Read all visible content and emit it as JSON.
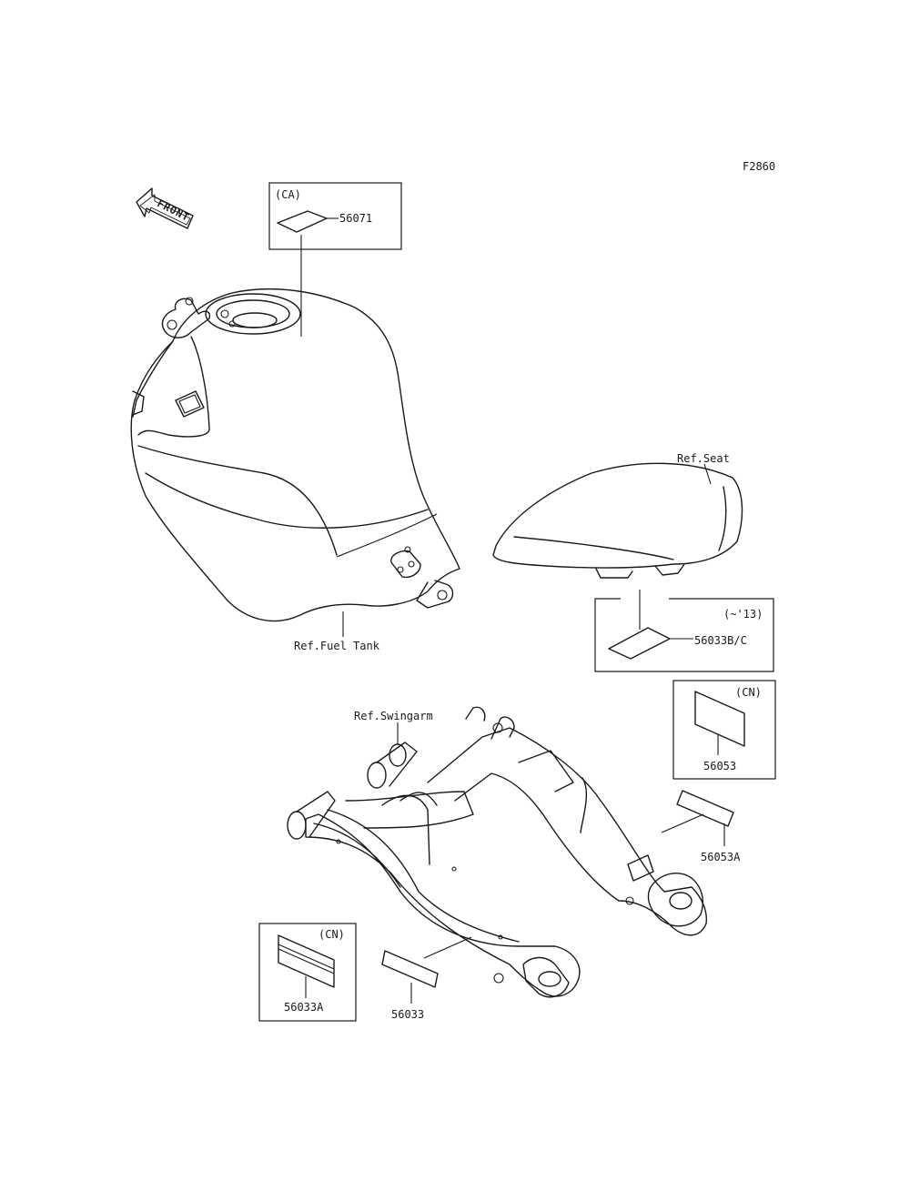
{
  "figure_code": "F2860",
  "front_arrow": {
    "label": "FRONT",
    "icon": "front-arrow-icon"
  },
  "references": {
    "fuel_tank": "Ref.Fuel Tank",
    "seat": "Ref.Seat",
    "swingarm": "Ref.Swingarm"
  },
  "parts": [
    {
      "id": "p56071",
      "number": "56071",
      "variant": "(CA)"
    },
    {
      "id": "p56033bc",
      "number": "56033B/C",
      "variant": "(~'13)"
    },
    {
      "id": "p56053",
      "number": "56053",
      "variant": "(CN)"
    },
    {
      "id": "p56053a",
      "number": "56053A",
      "variant": ""
    },
    {
      "id": "p56033a",
      "number": "56033A",
      "variant": "(CN)"
    },
    {
      "id": "p56033",
      "number": "56033",
      "variant": ""
    }
  ]
}
